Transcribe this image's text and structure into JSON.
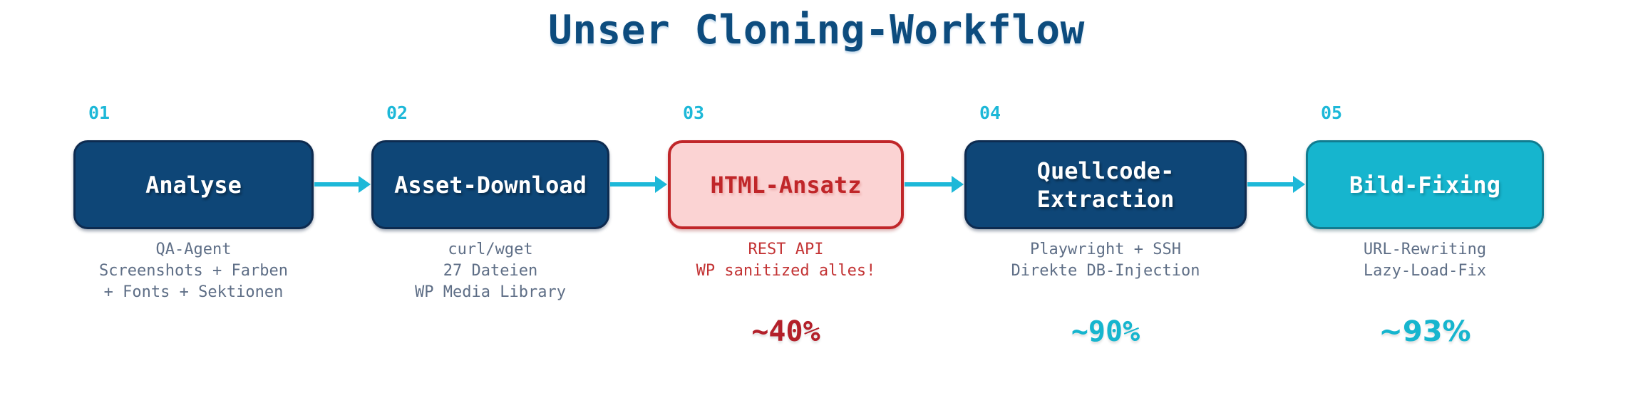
{
  "title": "Unser Cloning-Workflow",
  "steps": [
    {
      "number": "01",
      "label": "Analyse",
      "desc_lines": [
        "QA-Agent",
        "Screenshots + Farben",
        "+ Fonts + Sektionen"
      ],
      "percent": ""
    },
    {
      "number": "02",
      "label": "Asset-Download",
      "desc_lines": [
        "curl/wget",
        "27 Dateien",
        "WP Media Library"
      ],
      "percent": ""
    },
    {
      "number": "03",
      "label": "HTML-Ansatz",
      "desc_lines": [
        "REST API",
        "WP sanitized alles!"
      ],
      "percent": "~40%"
    },
    {
      "number": "04",
      "label": "Quellcode-\nExtraction",
      "desc_lines": [
        "Playwright + SSH",
        "Direkte DB-Injection"
      ],
      "percent": "~90%"
    },
    {
      "number": "05",
      "label": "Bild-Fixing",
      "desc_lines": [
        "URL-Rewriting",
        "Lazy-Load-Fix"
      ],
      "percent": "~93%"
    }
  ],
  "colors": {
    "title": "#0d4c7e",
    "navy_box_fill": "#0e4677",
    "navy_box_border": "#0d2b50",
    "cyan_accent": "#1db8d8",
    "cyan_box_fill": "#16b5ce",
    "cyan_box_border": "#117c90",
    "danger_box_fill": "#fbd3d3",
    "danger_box_border": "#c02629",
    "danger_text": "#c02629",
    "percent_danger": "#b3202a",
    "percent_cyan": "#16b5ce",
    "muted_text": "#5e6e86"
  }
}
